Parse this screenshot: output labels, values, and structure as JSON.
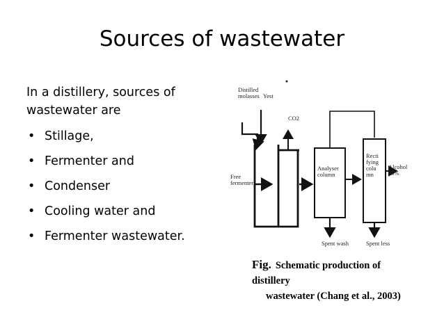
{
  "slide": {
    "title": "Sources of wastewater",
    "intro": "In a distillery, sources of wastewater are",
    "bullets": [
      {
        "bullet": "•",
        "text": "Stillage,"
      },
      {
        "bullet": "•",
        "text": "Fermenter and"
      },
      {
        "bullet": "•",
        "text": "Condenser"
      },
      {
        "bullet": "•",
        "text": "Cooling water and"
      },
      {
        "bullet": "•",
        "text": "Fermenter wastewater."
      }
    ]
  },
  "diagram": {
    "labels": {
      "distilled_molasses": "Distilled molasses",
      "yeast": "Yest",
      "co2": "CO2",
      "free_fermenter": "Free fermenter",
      "analyser_column": "Analyser column",
      "rectifying_column": "Recti fying colu mn",
      "alcohol": "Alcohol 55%",
      "spent_wash": "Spent wash",
      "spent_less": "Spent less"
    },
    "caption": {
      "fig": "Fig.",
      "line1": "Schematic production of distillery",
      "line2": "wastewater (Chang et al., 2003)"
    }
  }
}
